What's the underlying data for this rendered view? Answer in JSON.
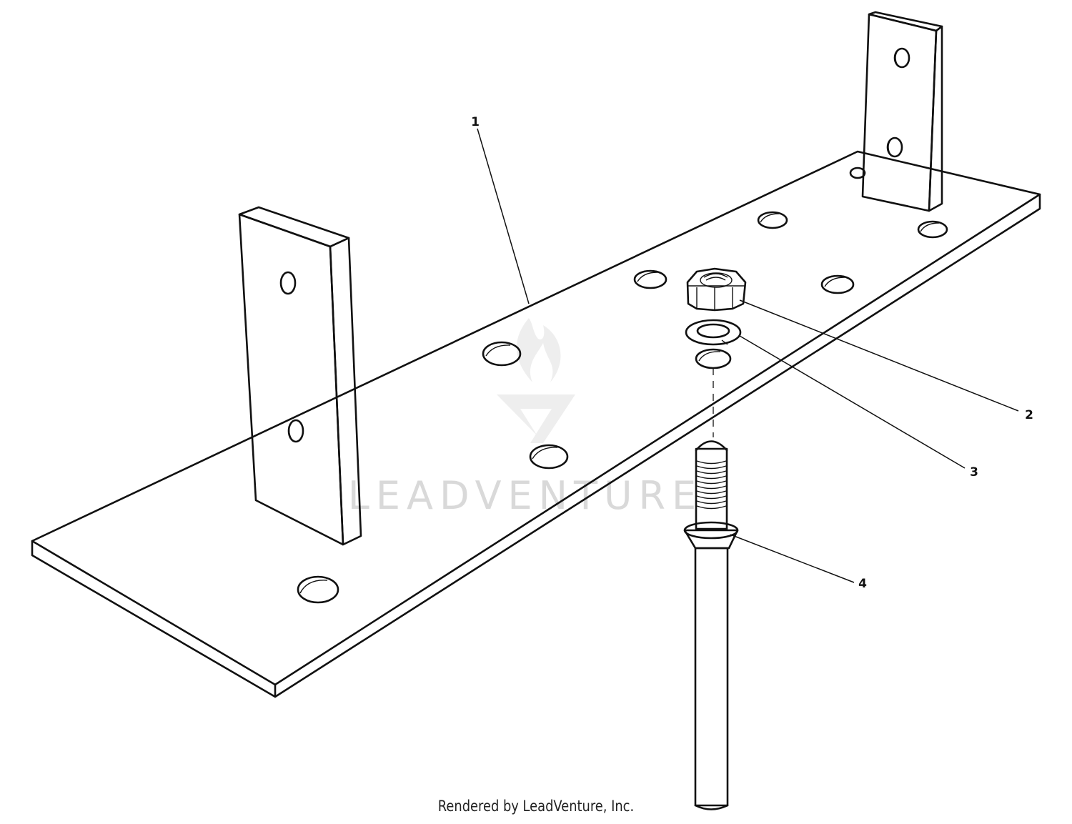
{
  "watermark": {
    "text": "LEADVENTURE"
  },
  "callouts": [
    {
      "id": "1",
      "label": "1"
    },
    {
      "id": "2",
      "label": "2"
    },
    {
      "id": "3",
      "label": "3"
    },
    {
      "id": "4",
      "label": "4"
    }
  ],
  "footer": {
    "credit": "Rendered by LeadVenture, Inc."
  }
}
